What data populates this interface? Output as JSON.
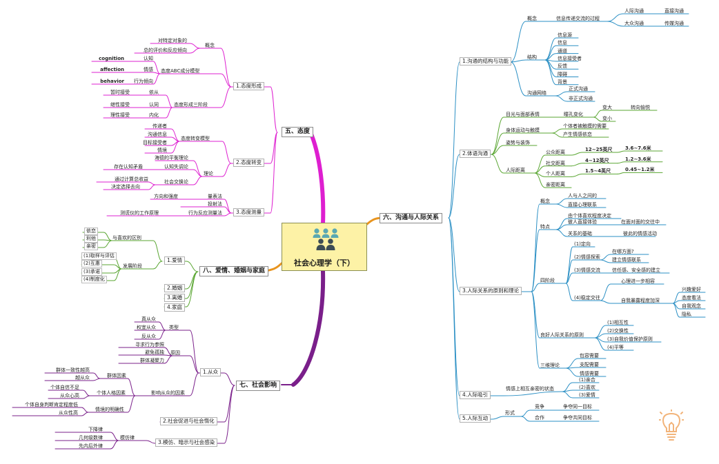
{
  "title": "社会心理学（下）",
  "colors": {
    "blue": "#2a8fc4",
    "green": "#5aa632",
    "orange": "#e8941e",
    "magenta": "#de1fd0",
    "purple": "#7a1f8a",
    "center_fill": "#fdf2a6",
    "people_top": "#5aa8b2",
    "people_bottom": "#3d4c55",
    "bulb": "#f2b47a"
  },
  "icons": [
    "people-group-icon",
    "lightbulb-icon"
  ],
  "branches": {
    "communication": {
      "label": "六、沟通与人际关系",
      "structure": {
        "label": "1.沟通的结构与功能",
        "concept": {
          "label": "概念",
          "definition": "信息传递交流的过程",
          "interpersonal": "人际沟通",
          "direct": "直接沟通",
          "mass": "大众沟通",
          "mediated": "传媒沟通"
        },
        "structure_label": "结构",
        "elements": [
          "信息源",
          "信息",
          "通道",
          "信息接受者",
          "反馈",
          "障碍",
          "背景"
        ],
        "network": {
          "label": "沟通网络",
          "formal": "正式沟通",
          "informal": "非正式沟通"
        }
      },
      "body_language": {
        "label": "2.体语沟通",
        "eyes": "目光与面部表情",
        "pupil": "瞳孔变化",
        "dilate": "变大",
        "pleasure": "转向愉悦",
        "shrink": "变小",
        "movement": "身体运动与触摸",
        "touch_need": "个体者被触摸的需要",
        "emotion": "产生情感依恋",
        "posture": "姿势与装饰",
        "distance": "人际距离",
        "zones": [
          {
            "name": "公众距离",
            "cm": "12~25英尺",
            "m": "3.6~7.6米"
          },
          {
            "name": "社交距离",
            "cm": "4~12英尺",
            "m": "1.2~3.6米"
          },
          {
            "name": "个人距离",
            "cm": "1.5~4英尺",
            "m": "0.45~1.2米"
          },
          {
            "name": "亲密距离",
            "cm": "",
            "m": ""
          }
        ]
      },
      "relations": {
        "label": "3.人际关系的原则和理论",
        "concept": "概念",
        "concept_items": [
          "人与人之间的",
          "直接心理联系"
        ],
        "traits": "特点",
        "trait_items": [
          "由个体喜欢程度决定",
          "彼人直接体验",
          "关系的基础"
        ],
        "trait_extras": [
          "在面对面的交往中",
          "彼此的情感活动"
        ],
        "four_stages": "四阶段",
        "stage1": "(1)定向",
        "stage2": "(2)情感探索",
        "stage2_items": [
          "在哪方面?",
          "建立情感联系"
        ],
        "stage3": "(3)情感交流",
        "stage3_item": "信任感、安全感的建立",
        "stage4": "(4)稳定交往",
        "stage4_a": "心理进一步相容",
        "stage4_b": "自我暴露程度加深",
        "stage4_b_items": [
          "兴趣爱好",
          "态度看法",
          "自我观念",
          "隐私"
        ],
        "principles": "良好人际关系的原则",
        "principle_items": [
          "(1)相互性",
          "(2)交换性",
          "(3)自我价值保护原则",
          "(4)平等"
        ],
        "three_dims": "三维理论",
        "three_dim_items": [
          "包容需要",
          "支配需要",
          "情感需要"
        ]
      },
      "attraction": {
        "label": "4.人际吸引",
        "desc": "情感上相互亲密的状态",
        "items": [
          "(1)亲合",
          "(2)喜欢",
          "(3)爱情"
        ]
      },
      "interaction": {
        "label": "5.人际互动",
        "forms": "形式",
        "competition": "竞争",
        "competition_desc": "争夺同一目标",
        "cooperation": "合作",
        "cooperation_desc": "争夺共同目标"
      }
    },
    "attitude": {
      "label": "五、态度",
      "formation": {
        "label": "1.态度形成",
        "concept": "概念",
        "concept_items": [
          "对特定对象的",
          "总的评价和反应倾向"
        ],
        "abc": "态度ABC成分模型",
        "abc_items": [
          {
            "en": "cognition",
            "cn": "认知"
          },
          {
            "en": "affection",
            "cn": "情感"
          },
          {
            "en": "behavior",
            "cn": "行为倾向"
          }
        ],
        "stages": "态度形成三阶段",
        "stage_items": [
          {
            "desc": "暂时接受",
            "name": "依从"
          },
          {
            "desc": "继性接受",
            "name": "认同"
          },
          {
            "desc": "理性接受",
            "name": "内化"
          }
        ]
      },
      "change": {
        "label": "2.态度转变",
        "model": "态度转变模型",
        "model_items": [
          "传递者",
          "沟通信息",
          "目标接受者",
          "情境"
        ],
        "theory": "理论",
        "theories": [
          "海德的平衡理论",
          "认知失调论",
          "社会交换论"
        ],
        "theory_notes": [
          "存在认知矛盾",
          "通过计算总收益",
          "决定选择去向"
        ]
      },
      "measure": {
        "label": "3.态度测量",
        "methods": [
          "量表法",
          "投射法",
          "行为反应测量法"
        ],
        "method_notes": [
          "方向和强度",
          "测谎仪的工作原理"
        ]
      }
    },
    "love": {
      "label": "八、爱情、婚姻与家庭",
      "love": {
        "label": "1.爱情",
        "diff": "与喜欢的区别",
        "diff_items": [
          "依恋",
          "利他",
          "亲密"
        ],
        "stages": "发展阶段",
        "stage_items": [
          "(1)取样与评估",
          "(2)互惠",
          "(3)承诺",
          "(4)制度化"
        ]
      },
      "others": [
        "2.婚姻",
        "3.离婚",
        "4.家庭"
      ]
    },
    "influence": {
      "label": "七、社会影响",
      "conformity": {
        "label": "1.从众",
        "types": "类型",
        "type_items": [
          "真从众",
          "权宜从众",
          "反从众"
        ],
        "reasons": "原因",
        "reason_items": [
          "寻求行为参照",
          "避免孤独",
          "群体凝聚力"
        ],
        "factors": "影响从众的因素",
        "group": "群体因素",
        "group_items": [
          "群体一致性越高",
          "越从众"
        ],
        "personal": "个体人格因素",
        "personal_items": [
          "个体自信不足",
          "从众心高"
        ],
        "clarity": "情境的明确性",
        "clarity_items": [
          "个体自身判断肯定程度低",
          "从众性高"
        ]
      },
      "facilitation": "2.社会促进与社会惰化",
      "imitation": {
        "label": "3.模仿、暗示与社会感染",
        "law": "模仿律",
        "law_items": [
          "下降律",
          "几何级数律",
          "先内后外律"
        ]
      }
    }
  }
}
